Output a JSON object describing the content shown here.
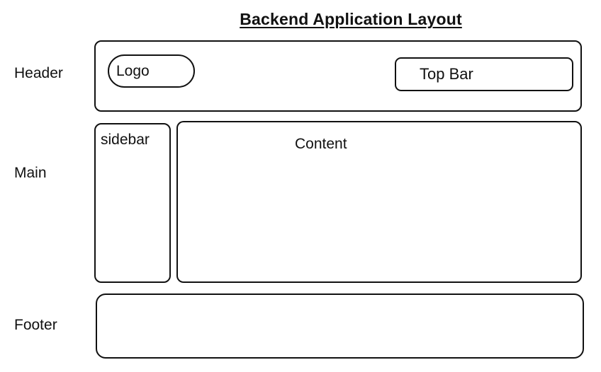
{
  "title": "Backend Application Layout",
  "sections": {
    "header": {
      "label": "Header",
      "logo_label": "Logo",
      "topbar_label": "Top Bar"
    },
    "main": {
      "label": "Main",
      "sidebar_label": "sidebar",
      "content_label": "Content"
    },
    "footer": {
      "label": "Footer"
    }
  },
  "colors": {
    "stroke": "#111111",
    "background": "#ffffff"
  }
}
